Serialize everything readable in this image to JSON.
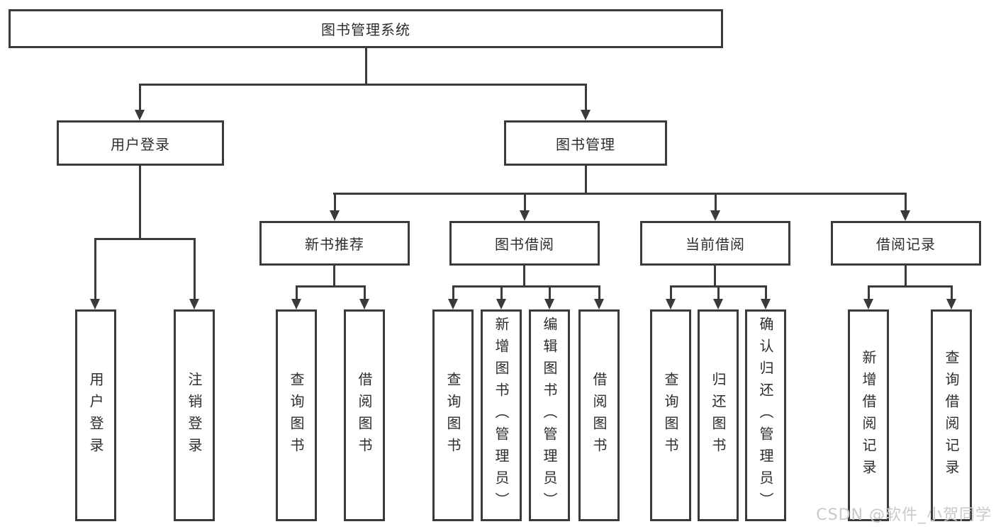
{
  "title": "图书管理系统",
  "watermark": "CSDN @软件_小贺同学",
  "colors": {
    "line": "#3a3a3a",
    "text": "#2d2d2d",
    "background": "#ffffff",
    "watermark": "#c9c9c9"
  },
  "nodes": {
    "root": "图书管理系统",
    "user_login": "用户登录",
    "book_mgmt": "图书管理",
    "new_rec": "新书推荐",
    "borrow": "图书借阅",
    "current": "当前借阅",
    "records": "借阅记录",
    "leaf_login": "用户登录",
    "leaf_logout": "注销登录",
    "leaf_rec_query": "查询图书",
    "leaf_rec_borrow": "借阅图书",
    "leaf_bor_query": "查询图书",
    "leaf_bor_add": "新增图书（管理员）",
    "leaf_bor_edit": "编辑图书（管理员）",
    "leaf_bor_borrow": "借阅图书",
    "leaf_cur_query": "查询图书",
    "leaf_cur_return": "归还图书",
    "leaf_cur_confirm": "确认归还（管理员）",
    "leaf_log_add": "新增借阅记录",
    "leaf_log_query": "查询借阅记录"
  },
  "hierarchy": {
    "root": "图书管理系统",
    "children": [
      {
        "label": "用户登录",
        "children": [
          "用户登录",
          "注销登录"
        ]
      },
      {
        "label": "图书管理",
        "children": [
          {
            "label": "新书推荐",
            "children": [
              "查询图书",
              "借阅图书"
            ]
          },
          {
            "label": "图书借阅",
            "children": [
              "查询图书",
              "新增图书（管理员）",
              "编辑图书（管理员）",
              "借阅图书"
            ]
          },
          {
            "label": "当前借阅",
            "children": [
              "查询图书",
              "归还图书",
              "确认归还（管理员）"
            ]
          },
          {
            "label": "借阅记录",
            "children": [
              "新增借阅记录",
              "查询借阅记录"
            ]
          }
        ]
      }
    ]
  }
}
